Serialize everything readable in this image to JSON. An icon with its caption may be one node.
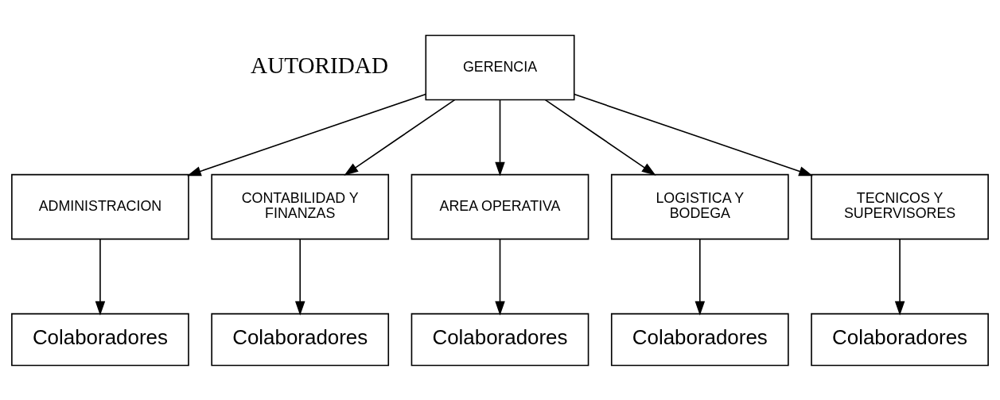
{
  "diagram": {
    "nodes": [
      {
        "text": [
          "GERENCIA"
        ]
      },
      {
        "text": [
          "ADMINISTRACION"
        ]
      },
      {
        "text": [
          "CONTABILIDAD Y FINANZAS"
        ]
      },
      {
        "text": [
          "AREA OPERATIVA"
        ]
      },
      {
        "text": [
          "LOGISTICA Y BODEGA"
        ]
      },
      {
        "text": [
          "TECNICOS Y SUPERVISORES"
        ]
      },
      {
        "text": [
          "Colaboradores"
        ]
      },
      {
        "text": [
          "Colaboradores"
        ]
      },
      {
        "text": [
          "Colaboradores"
        ]
      },
      {
        "text": [
          "Colaboradores"
        ]
      },
      {
        "text": [
          "Colaboradores"
        ]
      }
    ],
    "edges": [
      {
        "from": 0,
        "to": 1,
        "arrow": "to"
      },
      {
        "from": 0,
        "to": 2,
        "arrow": "to"
      },
      {
        "from": 0,
        "to": 3,
        "arrow": "to"
      },
      {
        "from": 0,
        "to": 4,
        "arrow": "to"
      },
      {
        "from": 0,
        "to": 5,
        "arrow": "to"
      },
      {
        "from": 1,
        "to": 6,
        "arrow": "to"
      },
      {
        "from": 2,
        "to": 7,
        "arrow": "to"
      },
      {
        "from": 3,
        "to": 8,
        "arrow": "to"
      },
      {
        "from": 4,
        "to": 9,
        "arrow": "to"
      },
      {
        "from": 5,
        "to": 10,
        "arrow": "to"
      }
    ],
    "labels": [
      "AUTORIDAD"
    ]
  }
}
